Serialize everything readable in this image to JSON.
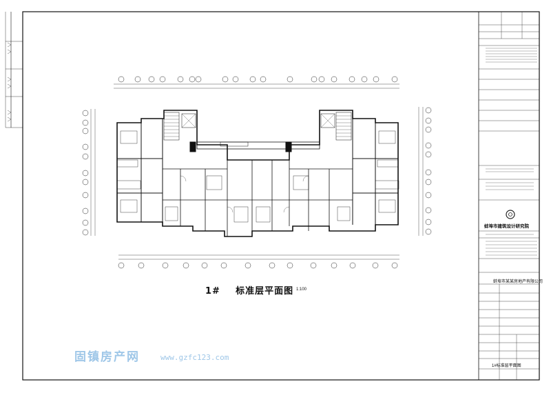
{
  "drawing": {
    "title": "1#",
    "title_name": "标准层平面图",
    "scale": "1:100"
  },
  "watermark": {
    "site_name": "固镇房产网",
    "url": "www.gzfc123.com"
  },
  "title_block": {
    "institute": "蚌埠市建筑设计研究院",
    "project": "蚌埠市某某房地产有限公司",
    "drawing_name": "1#标准层平面图"
  },
  "colors": {
    "line": "#1a1a1a",
    "watermark": "#9fc7e8"
  }
}
